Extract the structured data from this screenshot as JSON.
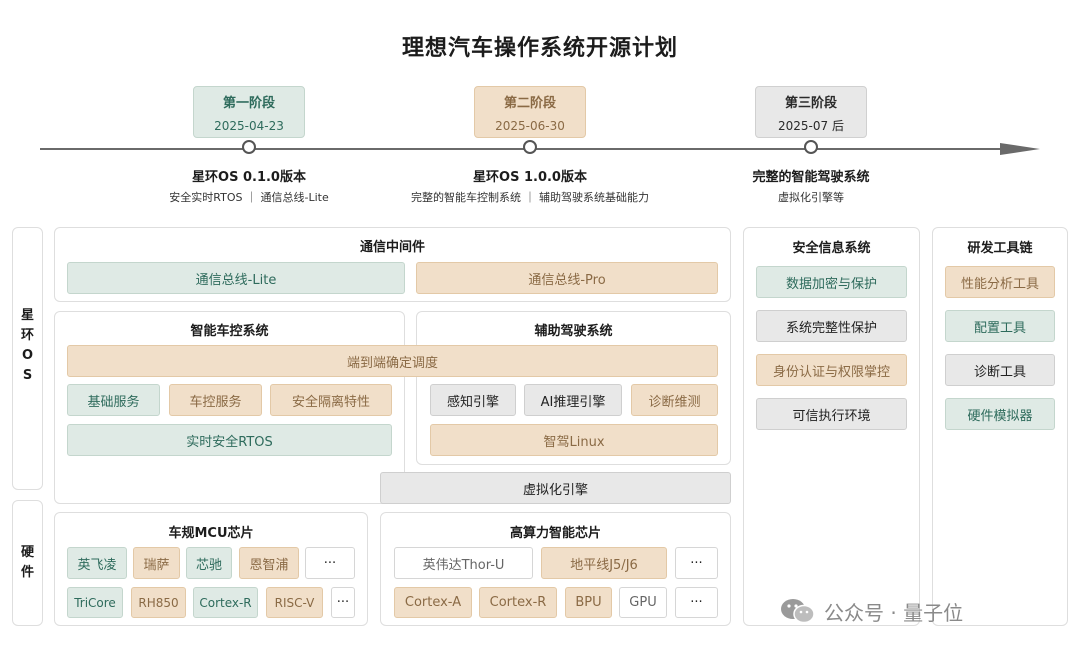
{
  "title": "理想汽车操作系统开源计划",
  "stages": [
    {
      "name": "第一阶段",
      "date": "2025-04-23",
      "milestone": "星环OS 0.1.0版本",
      "desc": "安全实时RTOS ｜ 通信总线-Lite"
    },
    {
      "name": "第二阶段",
      "date": "2025-06-30",
      "milestone": "星环OS 1.0.0版本",
      "desc": "完整的智能车控制系统 ｜ 辅助驾驶系统基础能力"
    },
    {
      "name": "第三阶段",
      "date": "2025-07 后",
      "milestone": "完整的智能驾驶系统",
      "desc": "虚拟化引擎等"
    }
  ],
  "side_labels": {
    "os": "星环OS",
    "hw": "硬件"
  },
  "comm": {
    "title": "通信中间件",
    "lite": "通信总线-Lite",
    "pro": "通信总线-Pro"
  },
  "vehicle": {
    "title": "智能车控系统",
    "scheduler": "端到端确定调度",
    "basic": "基础服务",
    "control": "车控服务",
    "isolation": "安全隔离特性",
    "rtos": "实时安全RTOS"
  },
  "adas": {
    "title": "辅助驾驶系统",
    "perception": "感知引擎",
    "ai": "AI推理引擎",
    "diag": "诊断维测",
    "linux": "智驾Linux"
  },
  "virt": "虚拟化引擎",
  "security": {
    "title": "安全信息系统",
    "items": [
      "数据加密与保护",
      "系统完整性保护",
      "身份认证与权限掌控",
      "可信执行环境"
    ]
  },
  "tools": {
    "title": "研发工具链",
    "items": [
      "性能分析工具",
      "配置工具",
      "诊断工具",
      "硬件模拟器"
    ]
  },
  "mcu": {
    "title": "车规MCU芯片",
    "row1": [
      "英飞凌",
      "瑞萨",
      "芯驰",
      "恩智浦",
      "···"
    ],
    "row2": [
      "TriCore",
      "RH850",
      "Cortex-R",
      "RISC-V",
      "···"
    ]
  },
  "soc": {
    "title": "高算力智能芯片",
    "row1": [
      "英伟达Thor-U",
      "地平线J5/J6",
      "···"
    ],
    "row2": [
      "Cortex-A",
      "Cortex-R",
      "BPU",
      "GPU",
      "···"
    ]
  },
  "watermark": "公众号 · 量子位",
  "colors": {
    "green": "#dfeae5",
    "tan": "#f1dfc9",
    "gray": "#e8e8e8"
  }
}
